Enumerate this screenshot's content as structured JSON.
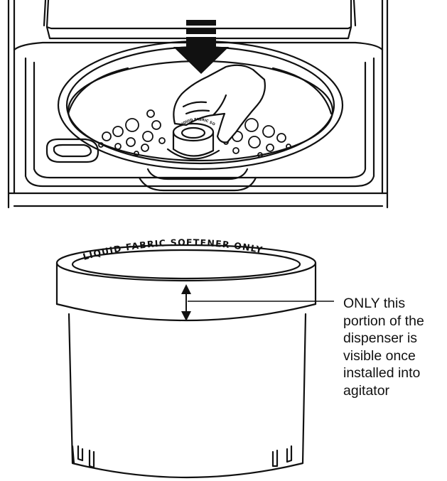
{
  "diagram": {
    "ring_text": "LIQUID FABRIC SOFTENER ONLY",
    "cup_text": "LIQUID FABRIC SOFTENER ONLY",
    "callout_lines": [
      "ONLY this",
      "portion of the",
      "dispenser is",
      "visible once",
      "installed into",
      "agitator"
    ]
  },
  "colors": {
    "ink": "#111111",
    "paper": "#ffffff"
  },
  "icons": {
    "arrow": "down-arrow-icon",
    "dimension": "double-arrow-icon"
  }
}
